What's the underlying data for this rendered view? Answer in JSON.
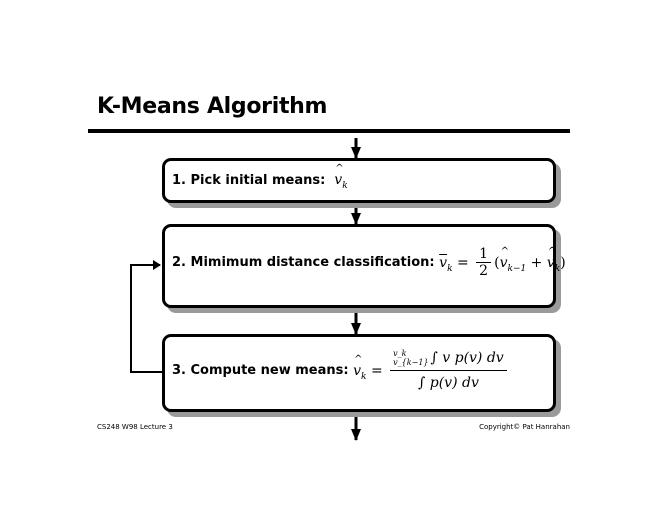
{
  "title": "K-Means Algorithm",
  "steps": [
    {
      "label": "1. Pick initial means:",
      "formula": {
        "symbol": "v",
        "sub": "k"
      }
    },
    {
      "label": "2. Mimimum distance classification:",
      "formula": {
        "lhs": "v",
        "lhs_sub": "k",
        "eq": "=",
        "num": "1",
        "den": "2",
        "open": "(",
        "a": "v",
        "a_sub": "k−1",
        "plus": "+",
        "b": "v",
        "b_sub": "k",
        "close": ")"
      }
    },
    {
      "label": "3. Compute new means:",
      "formula": {
        "lhs": "v",
        "lhs_sub": "k",
        "eq": "=",
        "num": "∫ v p(v) dv",
        "den": "∫ p(v) dv",
        "upper": "v_k",
        "lower": "v_{k−1}"
      }
    }
  ],
  "footer": {
    "left": "CS248 W98 Lecture 3",
    "right": "Copyright© Pat Hanrahan"
  }
}
